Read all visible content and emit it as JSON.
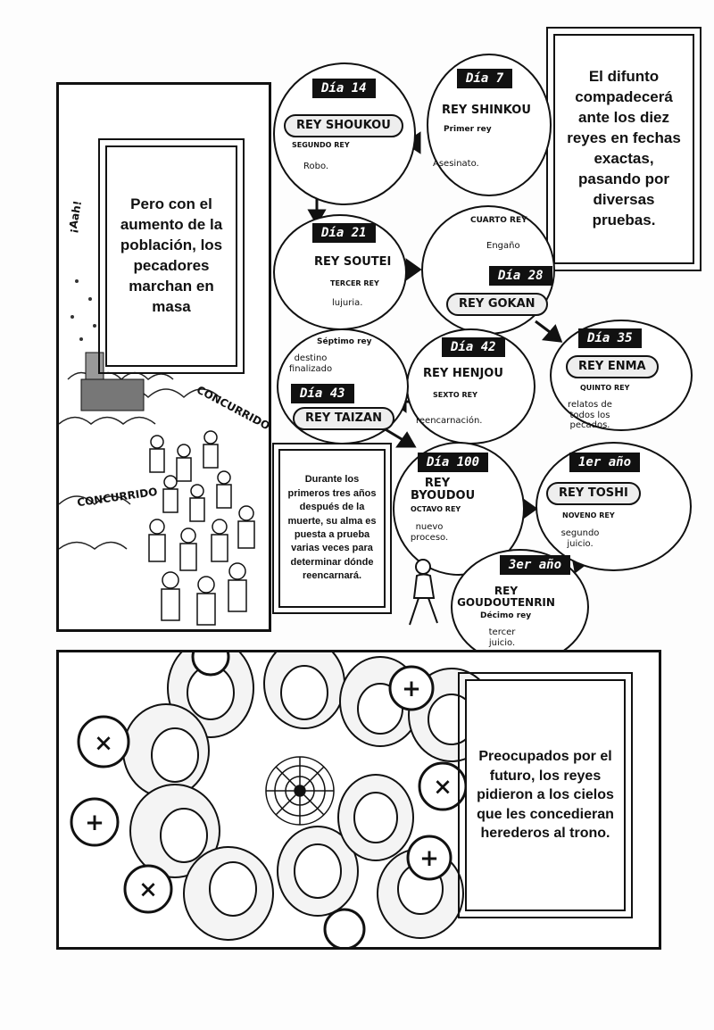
{
  "captions": {
    "top_right": "El difunto compadecerá ante los diez reyes en fechas exactas, pasando por diversas pruebas.",
    "left": "Pero con el aumento de la población, los pecadores marchan en masa",
    "middle": "Durante los primeros tres años después de la muerte, su alma es puesta a prueba varias veces para determinar dónde reencarnará.",
    "bottom": "Preocupados por el futuro, los reyes pidieron a los cielos que les concedieran herederos al trono."
  },
  "sfx": {
    "aah": "¡Aah!",
    "crowd_1": "CONCURRIDO",
    "crowd_2": "CONCURRIDO"
  },
  "kings": [
    {
      "day": "Día 7",
      "name": "REY SHINKOU",
      "ordinal": "Primer rey",
      "sin": "Asesinato."
    },
    {
      "day": "Día 14",
      "name": "REY SHOUKOU",
      "ordinal": "SEGUNDO REY",
      "sin": "Robo."
    },
    {
      "day": "Día 21",
      "name": "REY SOUTEI",
      "ordinal": "TERCER REY",
      "sin": "lujuria."
    },
    {
      "day": "Día 28",
      "name": "REY GOKAN",
      "ordinal": "CUARTO REY",
      "sin": "Engaño"
    },
    {
      "day": "Día 35",
      "name": "REY ENMA",
      "ordinal": "QUINTO REY",
      "sin": "relatos de todos los pecados."
    },
    {
      "day": "Día 42",
      "name": "REY HENJOU",
      "ordinal": "SEXTO REY",
      "sin": "reencarnación."
    },
    {
      "day": "Día 43",
      "name": "REY TAIZAN",
      "ordinal": "Séptimo rey",
      "sin": "destino finalizado"
    },
    {
      "day": "Día 100",
      "name": "REY BYOUDOU",
      "ordinal": "OCTAVO REY",
      "sin": "nuevo proceso."
    },
    {
      "day": "1er año",
      "name": "REY TOSHI",
      "ordinal": "NOVENO REY",
      "sin": "segundo juicio."
    },
    {
      "day": "3er año",
      "name": "REY GOUDOUTENRIN",
      "ordinal": "Décimo rey",
      "sin": "tercer juicio."
    }
  ]
}
